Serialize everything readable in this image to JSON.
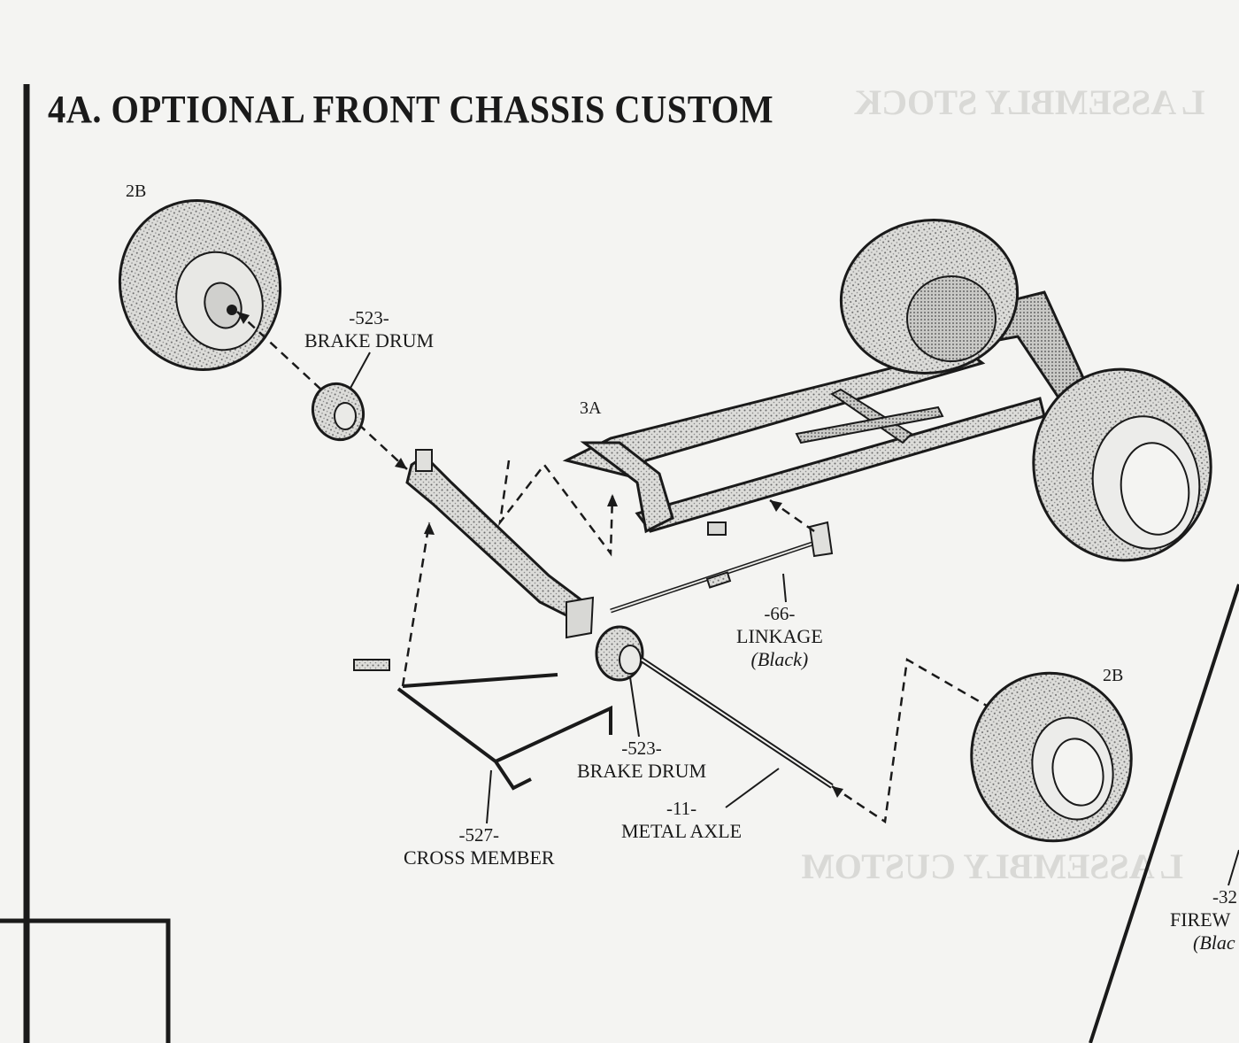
{
  "title": "4A. OPTIONAL FRONT CHASSIS CUSTOM",
  "ghost_text": {
    "top": "L ASSEMBLY STOCK",
    "bottom": "L ASSEMBLY CUSTOM"
  },
  "tags": {
    "wheel_top": "2B",
    "chassis": "3A",
    "wheel_bottom": "2B"
  },
  "parts": {
    "brake_drum_top": {
      "number": "-523-",
      "name": "BRAKE DRUM"
    },
    "linkage": {
      "number": "-66-",
      "name": "LINKAGE",
      "finish": "(Black)"
    },
    "brake_drum_bottom": {
      "number": "-523-",
      "name": "BRAKE DRUM"
    },
    "metal_axle": {
      "number": "-11-",
      "name": "METAL AXLE"
    },
    "cross_member": {
      "number": "-527-",
      "name": "CROSS MEMBER"
    },
    "firewall": {
      "number": "-32",
      "name": "FIREW",
      "finish": "(Blac"
    }
  },
  "colors": {
    "ink": "#1a1a1a",
    "paper": "#f4f4f2",
    "tire_fill": "#cfcfcc"
  }
}
